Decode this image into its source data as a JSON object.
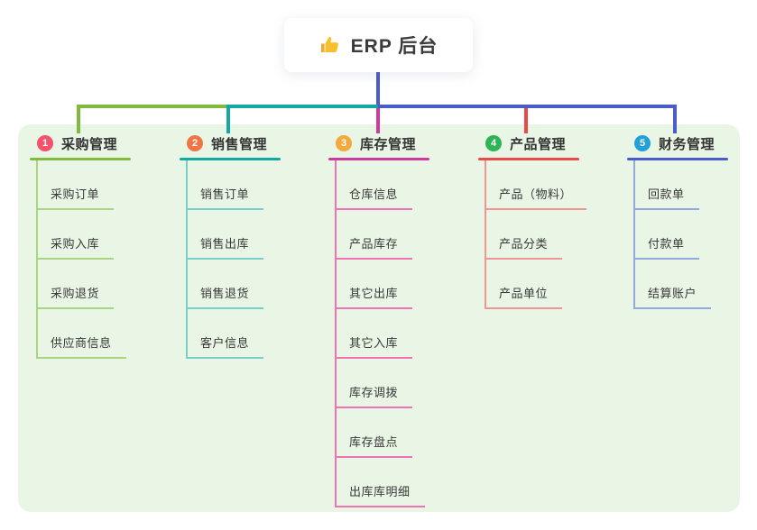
{
  "root": {
    "label": "ERP 后台",
    "icon": "thumbs-up-icon"
  },
  "branches": [
    {
      "index": "1",
      "label": "采购管理",
      "color": "#82ba3f",
      "light_color": "#a9d483",
      "badge_color": "#f4516c",
      "items": [
        "采购订单",
        "采购入库",
        "采购退货",
        "供应商信息"
      ]
    },
    {
      "index": "2",
      "label": "销售管理",
      "color": "#13a8a2",
      "light_color": "#79cec7",
      "badge_color": "#ee7644",
      "items": [
        "销售订单",
        "销售出库",
        "销售退货",
        "客户信息"
      ]
    },
    {
      "index": "3",
      "label": "库存管理",
      "color": "#cf3a9f",
      "light_color": "#ef74b6",
      "badge_color": "#f3a93c",
      "items": [
        "仓库信息",
        "产品库存",
        "其它出库",
        "其它入库",
        "库存调拨",
        "库存盘点",
        "出库库明细"
      ]
    },
    {
      "index": "4",
      "label": "产品管理",
      "color": "#eb4848",
      "light_color": "#f19494",
      "badge_color": "#2cb456",
      "items": [
        "产品（物料）",
        "产品分类",
        "产品单位"
      ]
    },
    {
      "index": "5",
      "label": "财务管理",
      "color": "#4a5cc8",
      "light_color": "#93a9dd",
      "badge_color": "#22a0d8",
      "items": [
        "回款单",
        "付款单",
        "结算账户"
      ]
    }
  ],
  "colors": {
    "panel_background": "#e9f6e5",
    "root_line": "#4a5cc8",
    "text": "#383838",
    "thumb_icon": "#f7c02a"
  }
}
